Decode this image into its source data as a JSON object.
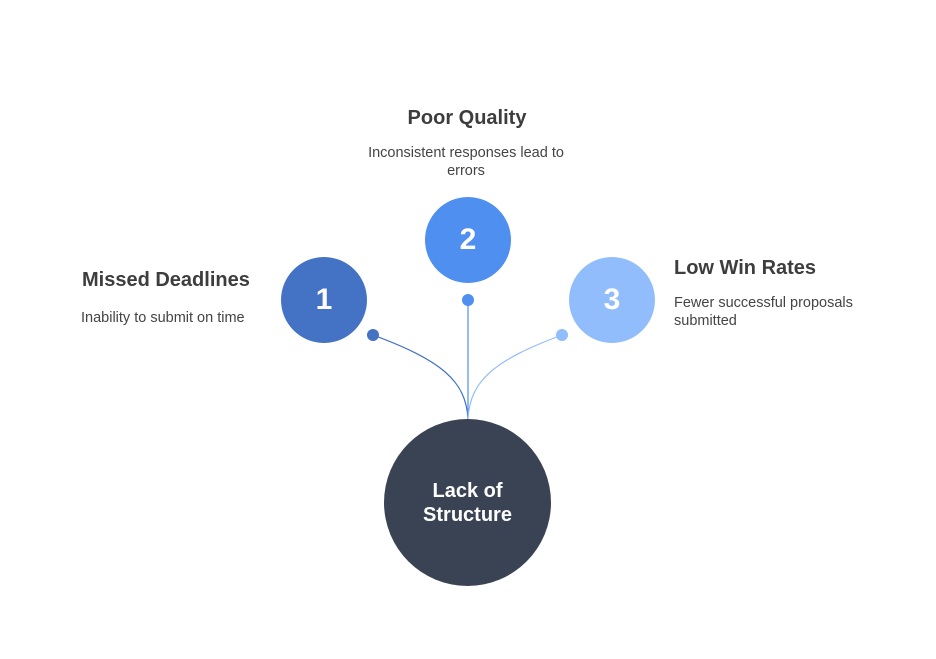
{
  "central": {
    "label_line1": "Lack of",
    "label_line2": "Structure",
    "color": "#3a4354"
  },
  "items": [
    {
      "number": "1",
      "title": "Missed Deadlines",
      "description": "Inability to submit on time",
      "color": "#4472c4"
    },
    {
      "number": "2",
      "title": "Poor Quality",
      "description": "Inconsistent responses lead to errors",
      "color": "#4f8ff0"
    },
    {
      "number": "3",
      "title": "Low Win Rates",
      "description": "Fewer successful proposals submitted",
      "color": "#92bdfc"
    }
  ]
}
